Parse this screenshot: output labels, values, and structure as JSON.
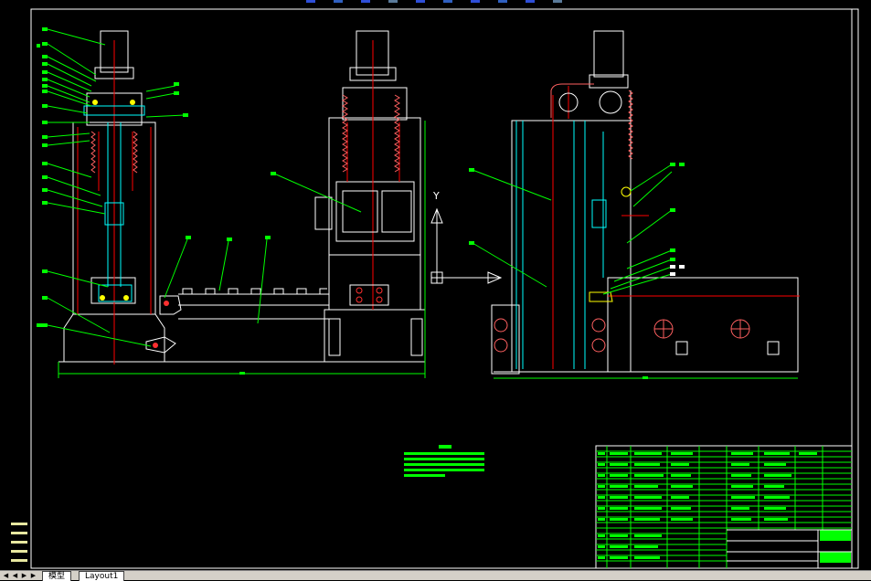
{
  "toolbar": {
    "chip_colors": [
      "#2f4fd8",
      "#3060c0",
      "#2f4fd8",
      "#5a7a9a",
      "#2f4fd8",
      "#3060c0",
      "#2f4fd8",
      "#3060c0",
      "#2f4fd8",
      "#5a7a9a"
    ]
  },
  "tabs": [
    {
      "label": "模型",
      "active": false
    },
    {
      "label": "Layout1",
      "active": true
    }
  ],
  "nav": [
    "◀",
    "◀",
    "▶",
    "▶"
  ],
  "views": {
    "front": {
      "axis_label": "Y"
    }
  },
  "colors": {
    "background": "#000000",
    "outline": "#ffffff",
    "leader": "#00ff00",
    "centerline": "#ff0000",
    "hatch": "#00ffff",
    "highlight": "#ffff00"
  },
  "icons": [
    "ucs-icon",
    "coordinate-axis-icon"
  ]
}
